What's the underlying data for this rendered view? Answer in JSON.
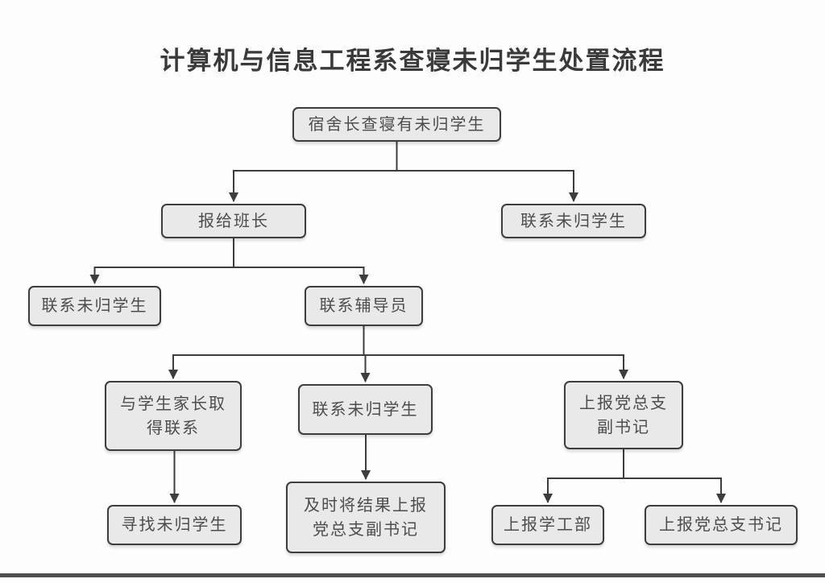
{
  "title": "计算机与信息工程系查寝未归学生处置流程",
  "colors": {
    "background": "#fdfdfd",
    "box_fill": "#e9e9e9",
    "box_border": "#3d3d3d",
    "box_text": "#4d4d4d",
    "title_text": "#3a3a3a",
    "line": "#3d3d3d",
    "bottom_bar": "#4e4e4e"
  },
  "flowchart": {
    "nodes": [
      {
        "id": "check",
        "label": "宿舍长查寝有未归学生"
      },
      {
        "id": "report-monitor",
        "label": "报给班长"
      },
      {
        "id": "contact-student-1",
        "label": "联系未归学生"
      },
      {
        "id": "contact-student-2",
        "label": "联系未归学生"
      },
      {
        "id": "contact-counselor",
        "label": "联系辅导员"
      },
      {
        "id": "contact-parents",
        "label": "与学生家长取\n得联系"
      },
      {
        "id": "contact-student-3",
        "label": "联系未归学生"
      },
      {
        "id": "report-deputy",
        "label": "上报党总支\n副书记"
      },
      {
        "id": "search-student",
        "label": "寻找未归学生"
      },
      {
        "id": "report-results",
        "label": "及时将结果上报\n党总支副书记"
      },
      {
        "id": "report-student-affairs",
        "label": "上报学工部"
      },
      {
        "id": "report-secretary",
        "label": "上报党总支书记"
      }
    ],
    "edges": [
      [
        "check",
        "report-monitor"
      ],
      [
        "check",
        "contact-student-1"
      ],
      [
        "report-monitor",
        "contact-student-2"
      ],
      [
        "report-monitor",
        "contact-counselor"
      ],
      [
        "contact-counselor",
        "contact-parents"
      ],
      [
        "contact-counselor",
        "contact-student-3"
      ],
      [
        "contact-counselor",
        "report-deputy"
      ],
      [
        "contact-parents",
        "search-student"
      ],
      [
        "contact-student-3",
        "report-results"
      ],
      [
        "report-deputy",
        "report-student-affairs"
      ],
      [
        "report-deputy",
        "report-secretary"
      ]
    ]
  }
}
